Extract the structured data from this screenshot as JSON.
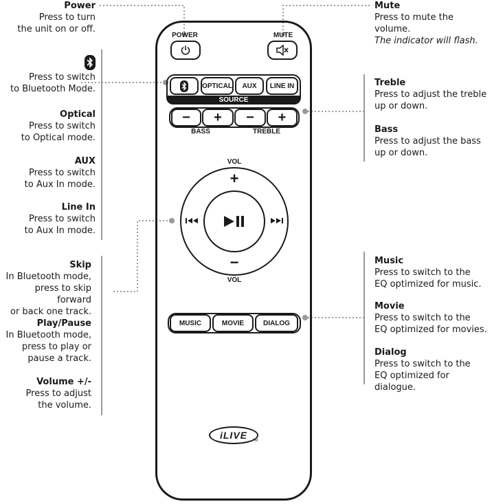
{
  "left_annotations": {
    "power": {
      "title": "Power",
      "l1": "Press to turn",
      "l2": "the unit on or off."
    },
    "bluetooth": {
      "l1": "Press to switch",
      "l2": "to Bluetooth Mode."
    },
    "optical": {
      "title": "Optical",
      "l1": "Press to switch",
      "l2": "to Optical mode."
    },
    "aux": {
      "title": "AUX",
      "l1": "Press to switch",
      "l2": "to Aux In mode."
    },
    "linein": {
      "title": "Line In",
      "l1": "Press to switch",
      "l2": "to Aux In mode."
    },
    "skip": {
      "title": "Skip",
      "l1": "In Bluetooth mode,",
      "l2": "press to skip forward",
      "l3": "or back one track."
    },
    "playpause": {
      "title": "Play/Pause",
      "l1": "In Bluetooth mode,",
      "l2": "press to play or",
      "l3": "pause a track."
    },
    "volume": {
      "title": "Volume +/-",
      "l1": "Press to adjust",
      "l2": "the volume."
    }
  },
  "right_annotations": {
    "mute": {
      "title": "Mute",
      "l1": "Press to mute the volume.",
      "l2": "The indicator will flash."
    },
    "treble": {
      "title": "Treble",
      "l1": "Press to adjust the treble",
      "l2": "up or down."
    },
    "bass": {
      "title": "Bass",
      "l1": "Press to adjust the bass",
      "l2": "up or down."
    },
    "music": {
      "title": "Music",
      "l1": "Press to switch to the",
      "l2": "EQ optimized for music."
    },
    "movie": {
      "title": "Movie",
      "l1": "Press to switch to the",
      "l2": "EQ optimized for movies."
    },
    "dialog": {
      "title": "Dialog",
      "l1": "Press to switch to the",
      "l2": "EQ optimized for dialogue."
    }
  },
  "remote": {
    "power_label": "POWER",
    "mute_label": "MUTE",
    "source_buttons": [
      "OPTICAL",
      "AUX",
      "LINE IN"
    ],
    "source_label": "SOURCE",
    "bass_label": "BASS",
    "treble_label": "TREBLE",
    "minus": "−",
    "plus": "+",
    "vol_top": "VOL",
    "vol_bottom": "VOL",
    "eq_buttons": [
      "MUSIC",
      "MOVIE",
      "DIALOG"
    ],
    "logo": "iLIVE",
    "tm": "TM"
  },
  "colors": {
    "ink": "#1a1a1a",
    "guide": "#9a9a9a"
  }
}
